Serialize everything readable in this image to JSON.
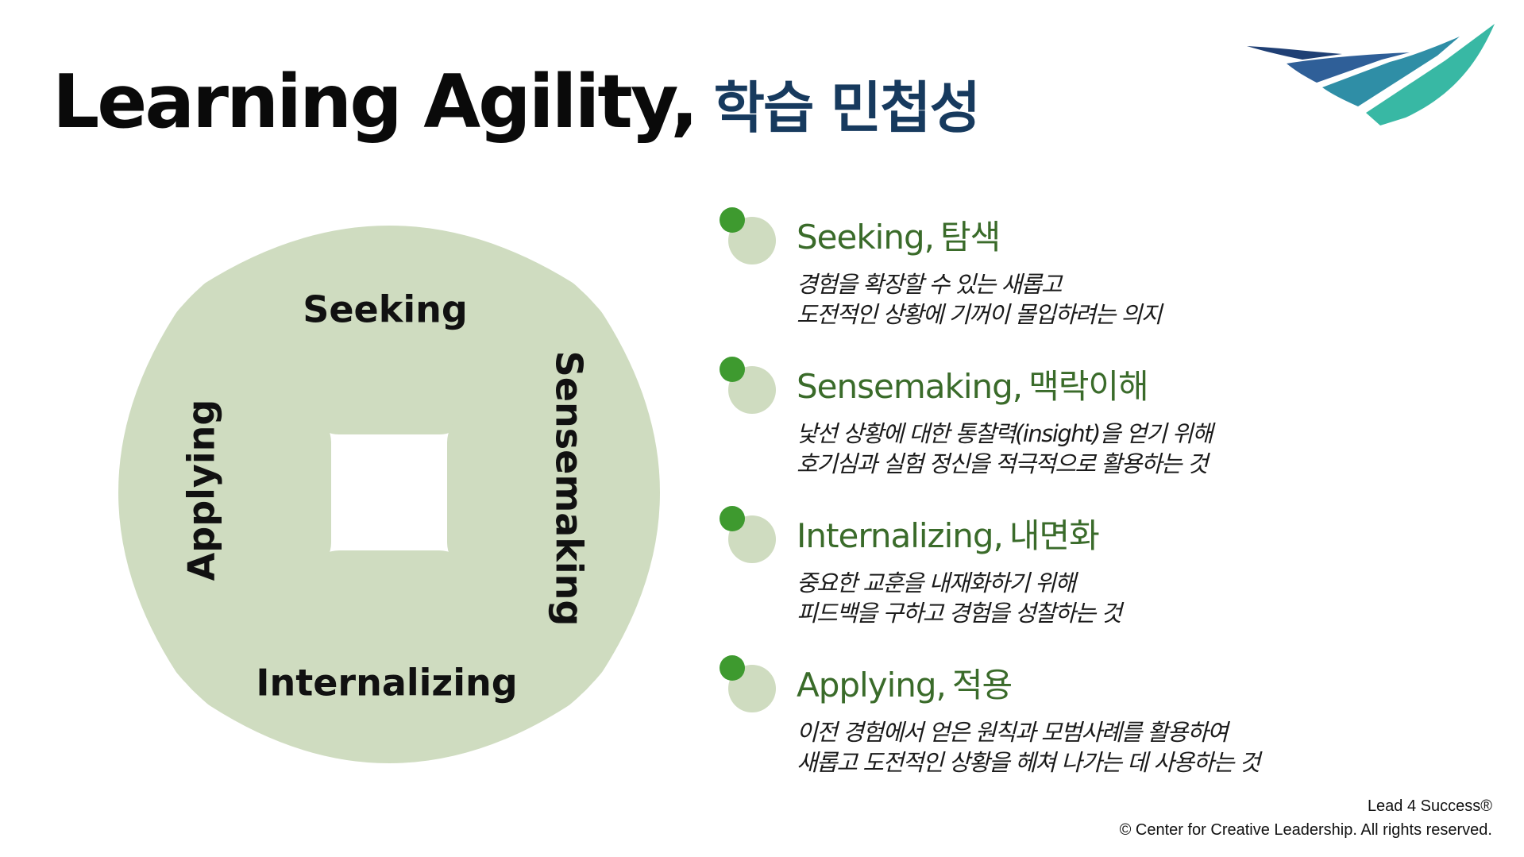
{
  "title": {
    "english": "Learning Agility,",
    "korean": "학습 민첩성"
  },
  "logo": {
    "colors": [
      "#1f3f74",
      "#2f5f98",
      "#2f8ea6",
      "#38b8a4"
    ]
  },
  "wheel": {
    "color": "#cfdcc0",
    "segments": {
      "top": "Seeking",
      "right": "Sensemaking",
      "bottom": "Internalizing",
      "left": "Applying"
    }
  },
  "items": [
    {
      "title": "Seeking,",
      "korean": "탐색",
      "lines": [
        "경험을 확장할 수 있는 새롭고",
        "도전적인 상황에 기꺼이 몰입하려는 의지"
      ]
    },
    {
      "title": "Sensemaking,",
      "korean": "맥락이해",
      "lines": [
        "낯선 상황에 대한 통찰력(insight)을 얻기 위해",
        "호기심과 실험 정신을 적극적으로 활용하는 것"
      ]
    },
    {
      "title": "Internalizing,",
      "korean": "내면화",
      "lines": [
        "중요한 교훈을 내재화하기 위해",
        "피드백을 구하고 경험을 성찰하는 것"
      ]
    },
    {
      "title": "Applying,",
      "korean": "적용",
      "lines": [
        "이전 경험에서 얻은 원칙과 모범사례를 활용하여",
        "새롭고 도전적인 상황을 헤쳐 나가는 데 사용하는 것"
      ]
    }
  ],
  "bullet_colors": {
    "dot": "#3e9a2f",
    "circle": "#cfdcc0"
  },
  "title_color": "#3a6b2a",
  "footer": {
    "line1": "Lead 4 Success®",
    "line2": "© Center for Creative Leadership. All rights reserved."
  }
}
